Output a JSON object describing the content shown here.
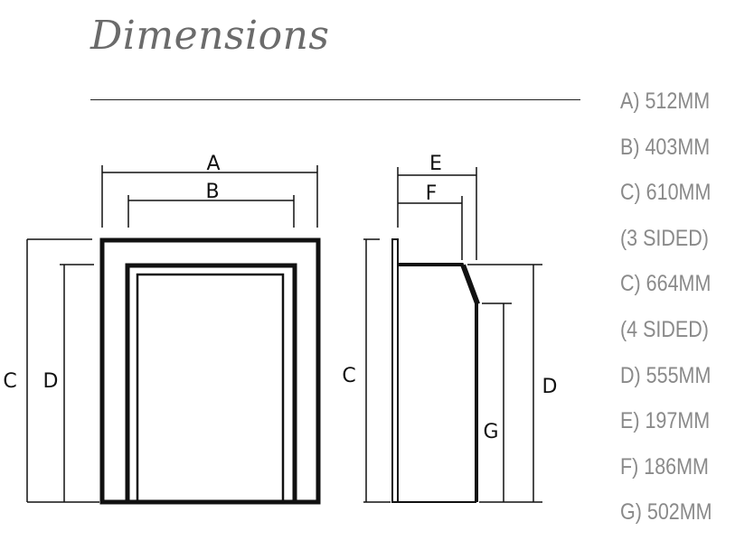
{
  "header": {
    "title": "Dimensions"
  },
  "labels": {
    "a": "A",
    "b": "B",
    "c": "C",
    "d": "D",
    "e": "E",
    "f": "F",
    "g": "G"
  },
  "dimensions": [
    "A) 512MM",
    "B) 403MM",
    "C) 610MM",
    "(3 SIDED)",
    "C) 664MM",
    "(4 SIDED)",
    "D) 555MM",
    "E) 197MM",
    "F) 186MM",
    "G) 502MM"
  ],
  "colors": {
    "title": "#6b6b6b",
    "list": "#8a8a8a",
    "line": "#111111"
  }
}
